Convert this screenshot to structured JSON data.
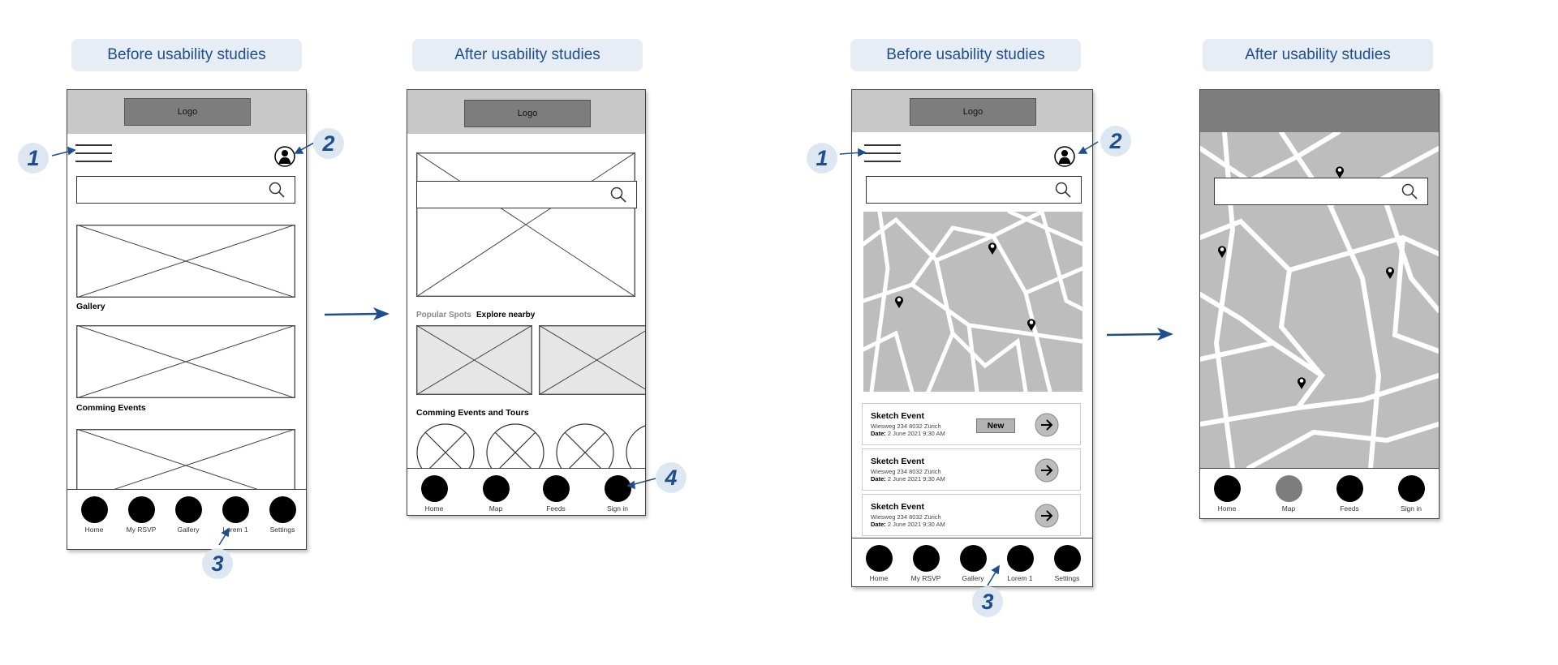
{
  "comparisons": [
    {
      "before_label": "Before usability studies",
      "after_label": "After usability studies",
      "before_screen": {
        "logo": "Logo",
        "sections": [
          "Gallery",
          "Comming Events"
        ],
        "nav": [
          "Home",
          "My RSVP",
          "Gallery",
          "Lorem 1",
          "Settings"
        ]
      },
      "after_screen": {
        "logo": "Logo",
        "tabs": [
          "Popular Spots",
          "Explore nearby"
        ],
        "section": "Comming Events and Tours",
        "nav": [
          "Home",
          "Map",
          "Feeds",
          "Sign in"
        ]
      }
    },
    {
      "before_label": "Before usability studies",
      "after_label": "After usability studies",
      "before_screen": {
        "logo": "Logo",
        "events": [
          {
            "title": "Sketch Event",
            "address": "Wiesweg 234 8032 Zürich",
            "date_label": "Date:",
            "date": "2 June 2021 9:30 AM",
            "badge": "New"
          },
          {
            "title": "Sketch Event",
            "address": "Wiesweg 234 8032 Zürich",
            "date_label": "Date:",
            "date": "2 June 2021 9:30 AM",
            "badge": ""
          },
          {
            "title": "Sketch Event",
            "address": "Wiesweg 234 8032 Zürich",
            "date_label": "Date:",
            "date": "2 June 2021 9:30 AM",
            "badge": ""
          }
        ],
        "nav": [
          "Home",
          "My RSVP",
          "Gallery",
          "Lorem 1",
          "Settings"
        ]
      },
      "after_screen": {
        "nav": [
          "Home",
          "Map",
          "Feeds",
          "Sign in"
        ]
      }
    }
  ],
  "markers": [
    "1",
    "2",
    "3",
    "4"
  ],
  "colors": {
    "accent": "#1f4e8c",
    "pill_bg": "#e6edf5",
    "badge_bg": "#dde7f1",
    "header_gray": "#c8c8c8",
    "logo_gray": "#7d7d7d",
    "map_gray": "#bdbdbd"
  }
}
